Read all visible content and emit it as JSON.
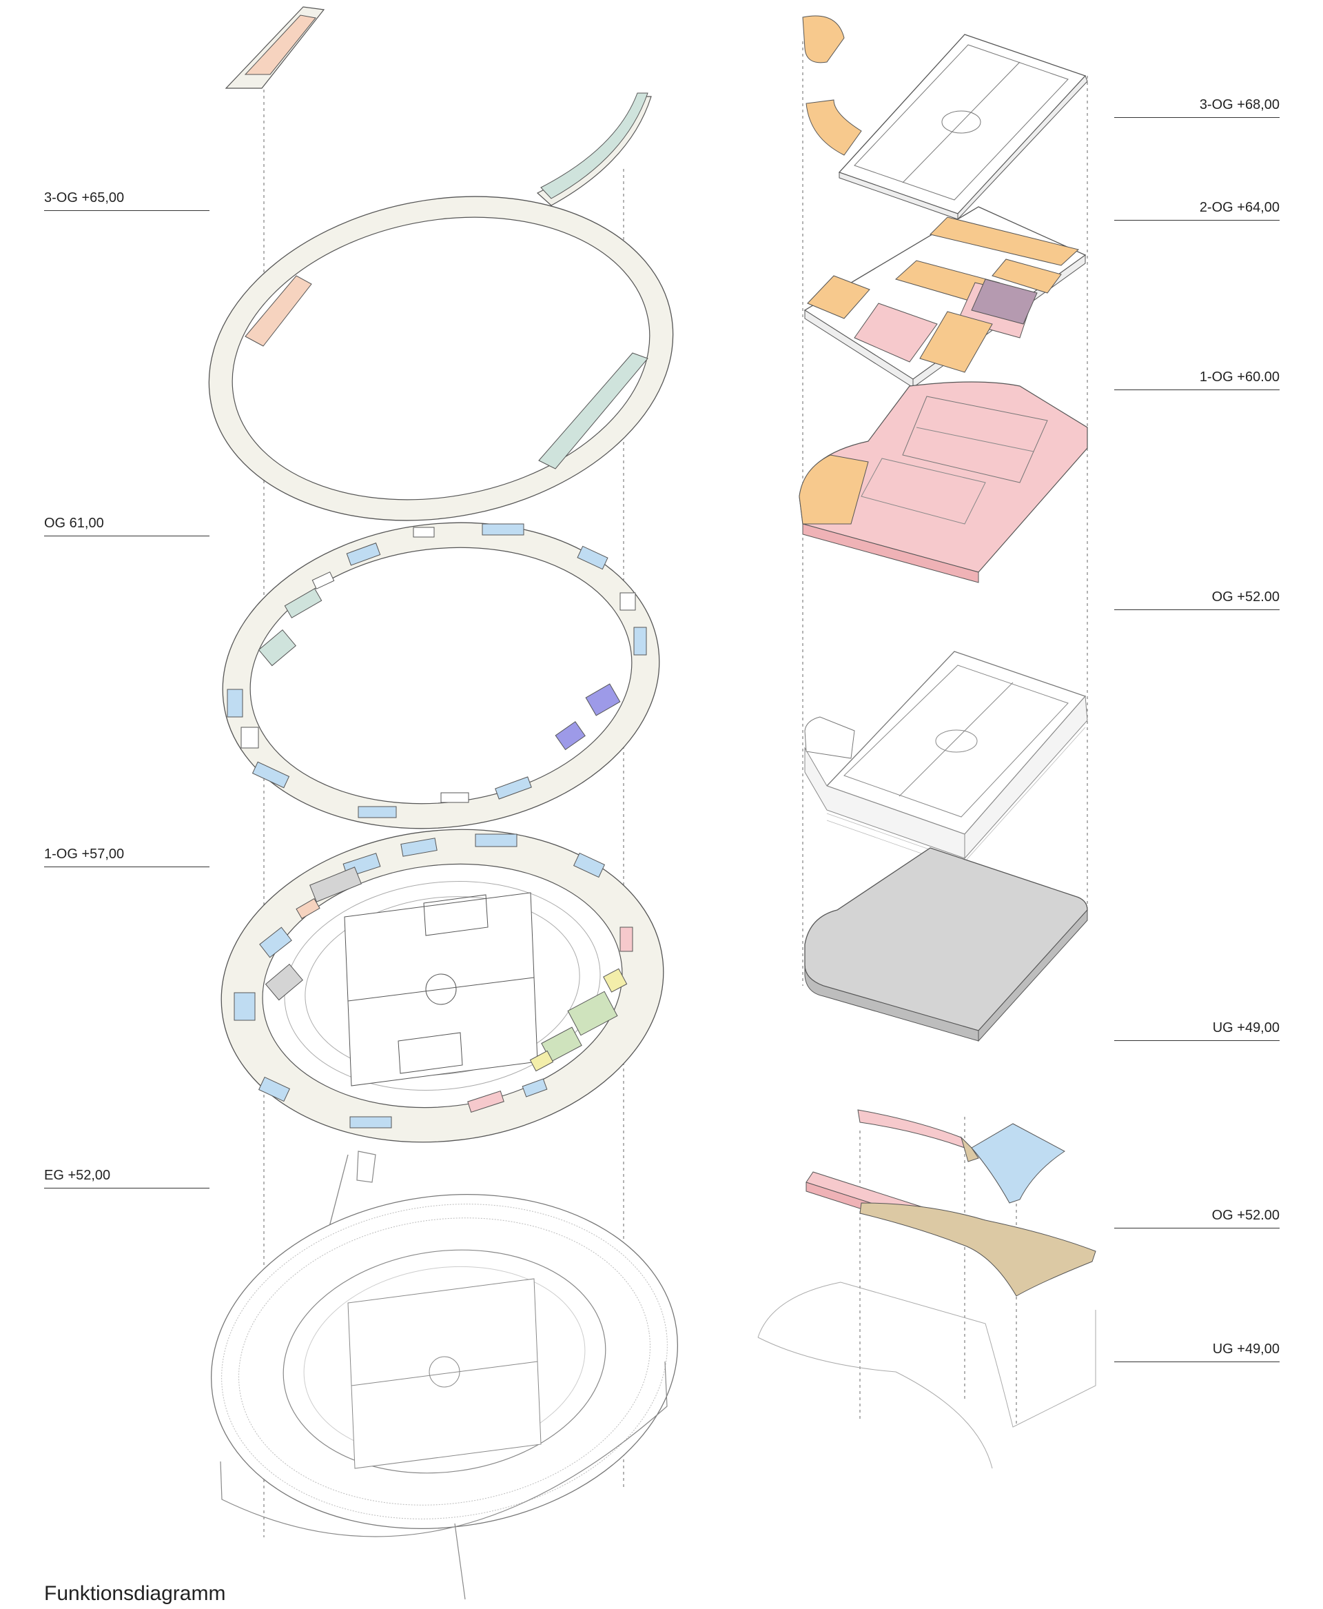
{
  "title": "Funktionsdiagramm",
  "levels_left": [
    {
      "label": "3-OG +65,00"
    },
    {
      "label": "OG 61,00"
    },
    {
      "label": "1-OG +57,00"
    },
    {
      "label": "EG +52,00"
    }
  ],
  "levels_right": [
    {
      "label": "3-OG +68,00"
    },
    {
      "label": "2-OG +64,00"
    },
    {
      "label": "1-OG +60.00"
    },
    {
      "label": "OG  +52.00"
    },
    {
      "label": "UG +49,00"
    },
    {
      "label": "OG +52.00"
    },
    {
      "label": "UG +49,00"
    }
  ],
  "colors": {
    "orange": "#f7c98d",
    "peach": "#f6d3bf",
    "pink": "#f6c9cc",
    "teal": "#cfe3dc",
    "blue": "#bfdcf2",
    "violet": "#9d9ae8",
    "mauve": "#b59ab0",
    "sand": "#dcc9a4",
    "green": "#cfe3bd",
    "yellow": "#f3eeaa",
    "grey": "#d4d4d4",
    "ring": "#f3f2ea"
  }
}
